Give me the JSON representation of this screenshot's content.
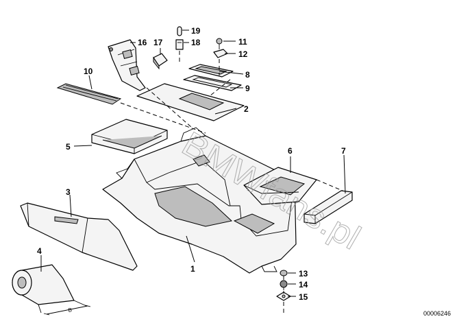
{
  "callouts": [
    "1",
    "2",
    "3",
    "4",
    "5",
    "6",
    "7",
    "8",
    "9",
    "10",
    "11",
    "12",
    "13",
    "14",
    "15",
    "16",
    "17",
    "18",
    "19"
  ],
  "dimension_label": "B",
  "diagram_code": "00006246",
  "watermark": "BMWfans.pl"
}
